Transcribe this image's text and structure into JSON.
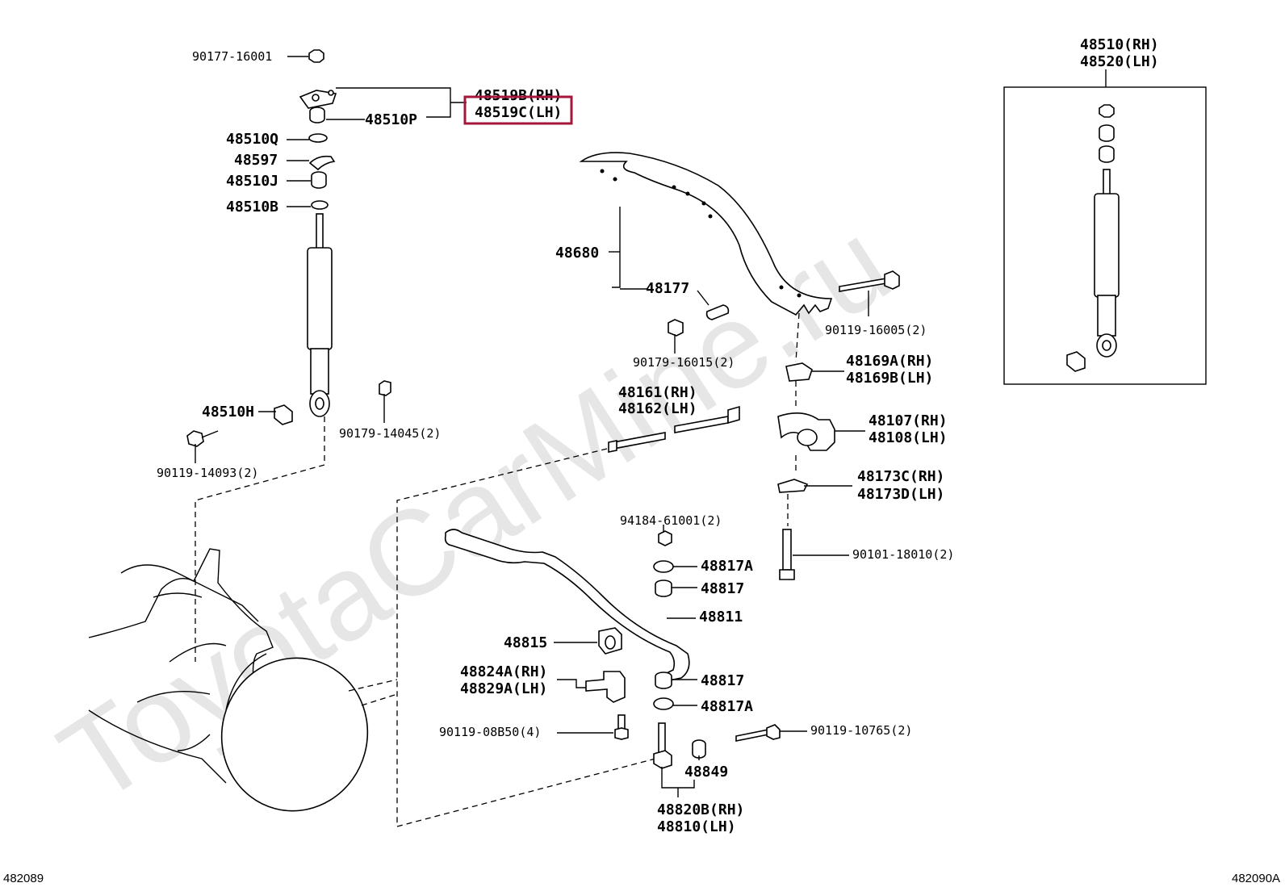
{
  "watermark": "ToyotaCarMine.ru",
  "figure_ids": {
    "left": "482089",
    "right": "482090A"
  },
  "callouts": {
    "p90177_16001": "90177-16001",
    "p48519b": "48519B(RH)",
    "p48519c": "48519C(LH)",
    "p48510p": "48510P",
    "p48510q": "48510Q",
    "p48597": "48597",
    "p48510j": "48510J",
    "p48510b": "48510B",
    "p48510h": "48510H",
    "p90119_14093": "90119-14093(2)",
    "p90179_14045": "90179-14045(2)",
    "p48680": "48680",
    "p48177": "48177",
    "p90179_16015": "90179-16015(2)",
    "p90119_16005": "90119-16005(2)",
    "p48169a": "48169A(RH)",
    "p48169b": "48169B(LH)",
    "p48161": "48161(RH)",
    "p48162": "48162(LH)",
    "p48107": "48107(RH)",
    "p48108": "48108(LH)",
    "p48173c": "48173C(RH)",
    "p48173d": "48173D(LH)",
    "p94184_61001": "94184-61001(2)",
    "p90101_18010": "90101-18010(2)",
    "p48817a_top": "48817A",
    "p48817_top": "48817",
    "p48811": "48811",
    "p48815": "48815",
    "p48824a": "48824A(RH)",
    "p48829a": "48829A(LH)",
    "p48817_bot": "48817",
    "p48817a_bot": "48817A",
    "p90119_08b50": "90119-08B50(4)",
    "p90119_10765": "90119-10765(2)",
    "p48849": "48849",
    "p48820b": "48820B(RH)",
    "p48810": "48810(LH)",
    "p48510_rh": "48510(RH)",
    "p48520_lh": "48520(LH)"
  },
  "highlight_color": "#a3173a"
}
